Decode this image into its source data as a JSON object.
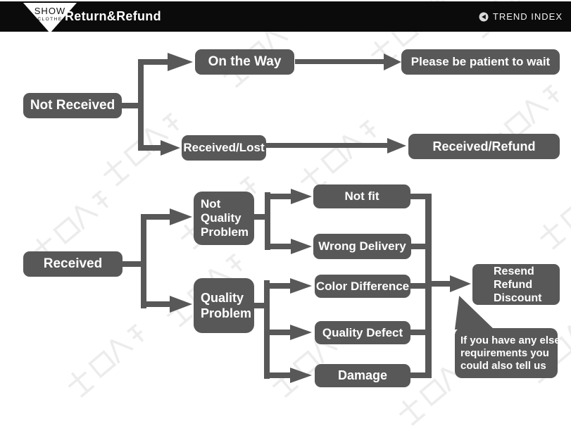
{
  "header": {
    "logo_top": "SHOW",
    "logo_bottom": "CLOTHE",
    "title": "Return&Refund",
    "trend_index": "TREND INDEX"
  },
  "flow1": {
    "root": "Not Received",
    "on_the_way": "On the Way",
    "patient": "Please be patient to wait",
    "received_lost": "Received/Lost",
    "received_refund": "Received/Refund"
  },
  "flow2": {
    "root": "Received",
    "not_quality_l1": "Not",
    "not_quality_l2": "Quality",
    "not_quality_l3": "Problem",
    "quality_l1": "Quality",
    "quality_l2": "Problem",
    "reasons": [
      "Not fit",
      "Wrong Delivery",
      "Color Difference",
      "Quality Defect",
      "Damage"
    ],
    "outcome_l1": "Resend",
    "outcome_l2": "Refund",
    "outcome_l3": "Discount",
    "note_l1": "If you have any else",
    "note_l2": "requirements you",
    "note_l3": "could also tell us"
  },
  "colors": {
    "node_gray": "#585858",
    "header_black": "#0b0b0b",
    "text_white": "#ffffff",
    "watermark_gray": "#ececec"
  }
}
